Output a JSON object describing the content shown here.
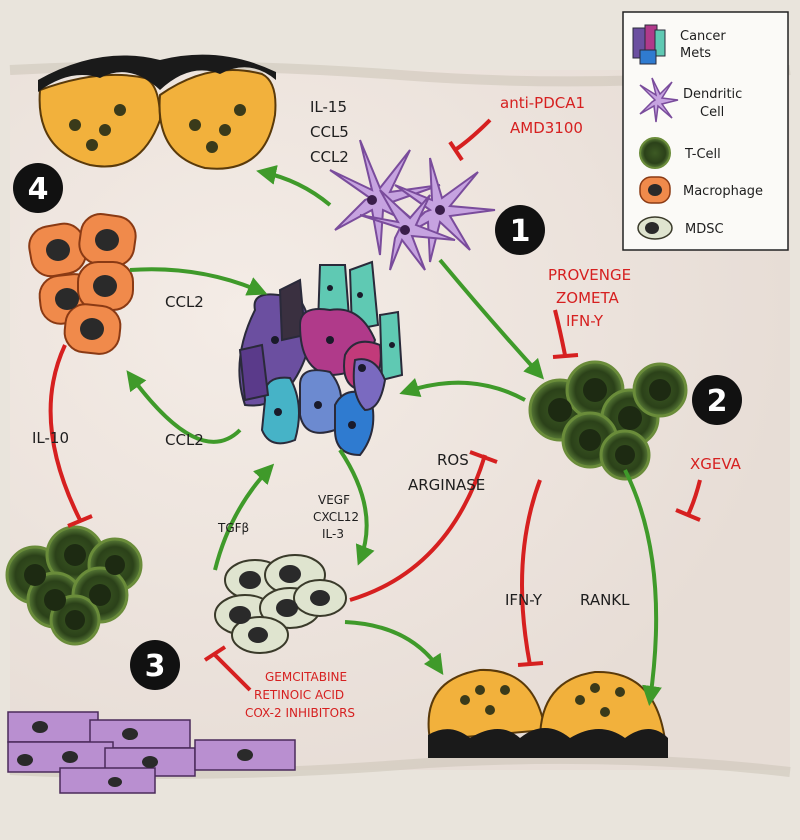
{
  "legend": {
    "cancer": [
      "Cancer",
      "Mets"
    ],
    "dendritic": [
      "Dendritic",
      "Cell"
    ],
    "tcell": "T-Cell",
    "macrophage": "Macrophage",
    "mdsc": "MDSC"
  },
  "steps": [
    "1",
    "2",
    "3",
    "4"
  ],
  "labels": {
    "dc_cytokines": [
      "IL-15",
      "CCL5",
      "CCL2"
    ],
    "macro_ccl2_top": "CCL2",
    "macro_ccl2_bottom": "CCL2",
    "il10": "IL-10",
    "ros": [
      "ROS",
      "ARGINASE"
    ],
    "tgfb": "TGFβ",
    "mdsc_factors": [
      "VEGF",
      "CXCL12",
      "IL-3"
    ],
    "ifny": "IFN-Y",
    "rankl": "RANKL"
  },
  "drugs": {
    "dc_inhibitors": [
      "anti-PDCA1",
      "AMD3100"
    ],
    "tcell_inhibitors": [
      "PROVENGE",
      "ZOMETA",
      "IFN-Y"
    ],
    "xgeva": "XGEVA",
    "mdsc_inhibitors": [
      "GEMCITABINE",
      "RETINOIC ACID",
      "COX-2 INHIBITORS"
    ]
  },
  "colors": {
    "promote_arrow": "#3f9a2a",
    "inhibit_arrow": "#d62020",
    "osteoclast": "#f2b13c",
    "tcell": "#2f4a1e",
    "macrophage": "#f08a4b",
    "mdsc": "#dfe4cf",
    "dendritic": "#c6a3e0",
    "osteoblast": "#b98fd0"
  }
}
